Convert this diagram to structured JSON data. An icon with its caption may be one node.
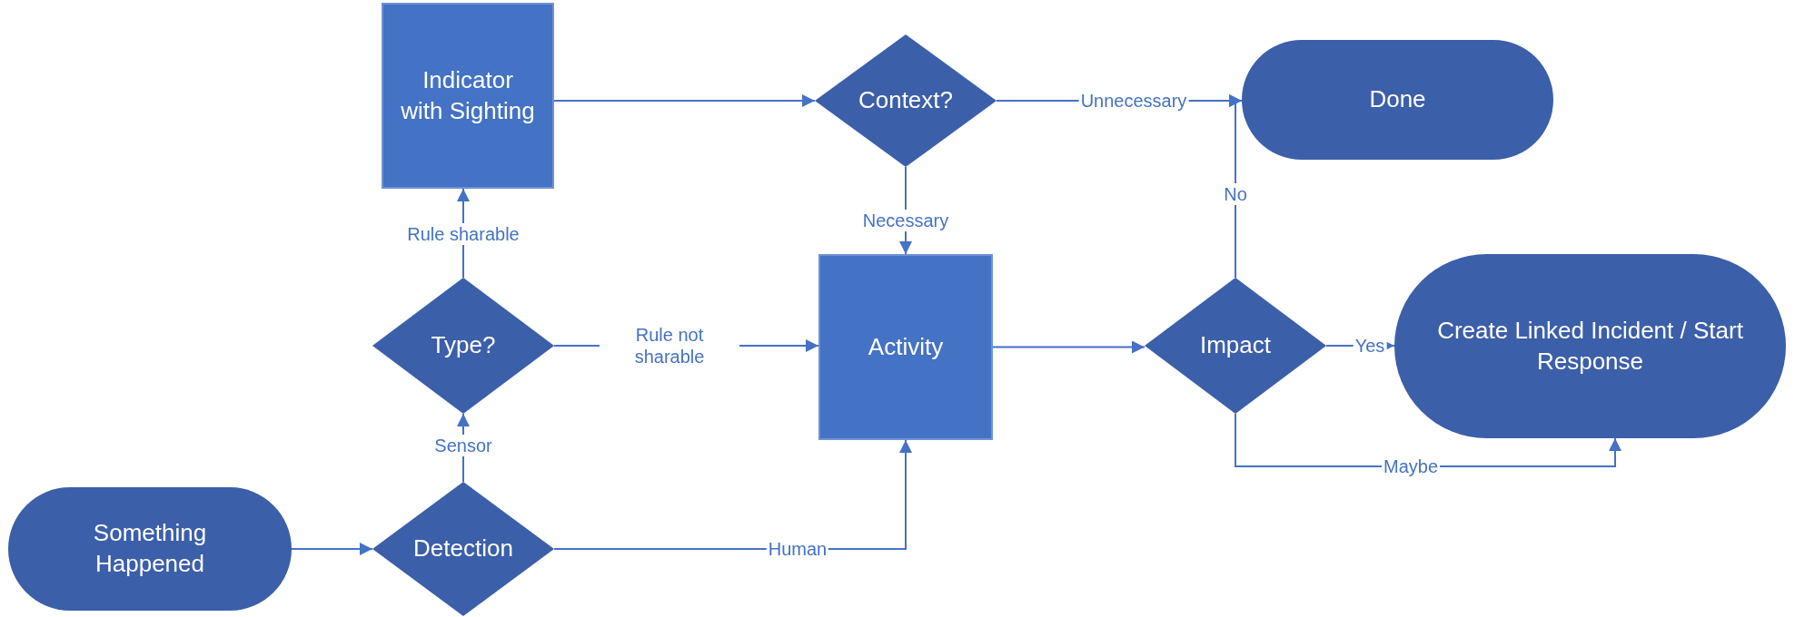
{
  "diagram": {
    "nodes": [
      {
        "text": [
          "Indicator with Sighting"
        ]
      },
      {
        "text": [
          "Context?"
        ]
      },
      {
        "text": [
          "Done"
        ]
      },
      {
        "text": [
          "Type?"
        ]
      },
      {
        "text": [
          "Activity"
        ]
      },
      {
        "text": [
          "Impact"
        ]
      },
      {
        "text": [
          "Create Linked Incident / Start Response"
        ]
      },
      {
        "text": [
          "Something Happened"
        ]
      },
      {
        "text": [
          "Detection"
        ]
      }
    ],
    "edges": [
      {
        "from": 7,
        "to": 8,
        "arrow": "to"
      },
      {
        "from": 8,
        "to": 3,
        "arrow": "to",
        "label": "Sensor"
      },
      {
        "from": 3,
        "to": 0,
        "arrow": "to",
        "label": "Rule sharable"
      },
      {
        "from": 3,
        "to": 4,
        "arrow": "to",
        "label": "Rule not sharable"
      },
      {
        "from": 8,
        "to": 4,
        "arrow": "to",
        "label": "Human"
      },
      {
        "from": 0,
        "to": 1,
        "arrow": "to"
      },
      {
        "from": 1,
        "to": 2,
        "arrow": "to",
        "label": "Unnecessary"
      },
      {
        "from": 1,
        "to": 4,
        "arrow": "to",
        "label": "Necessary"
      },
      {
        "from": 4,
        "to": 5,
        "arrow": "to"
      },
      {
        "from": 5,
        "to": 2,
        "arrow": "to",
        "label": "No"
      },
      {
        "from": 5,
        "to": 6,
        "arrow": "to",
        "label": "Yes"
      },
      {
        "from": 5,
        "to": 6,
        "arrow": "to",
        "label": "Maybe"
      }
    ]
  }
}
